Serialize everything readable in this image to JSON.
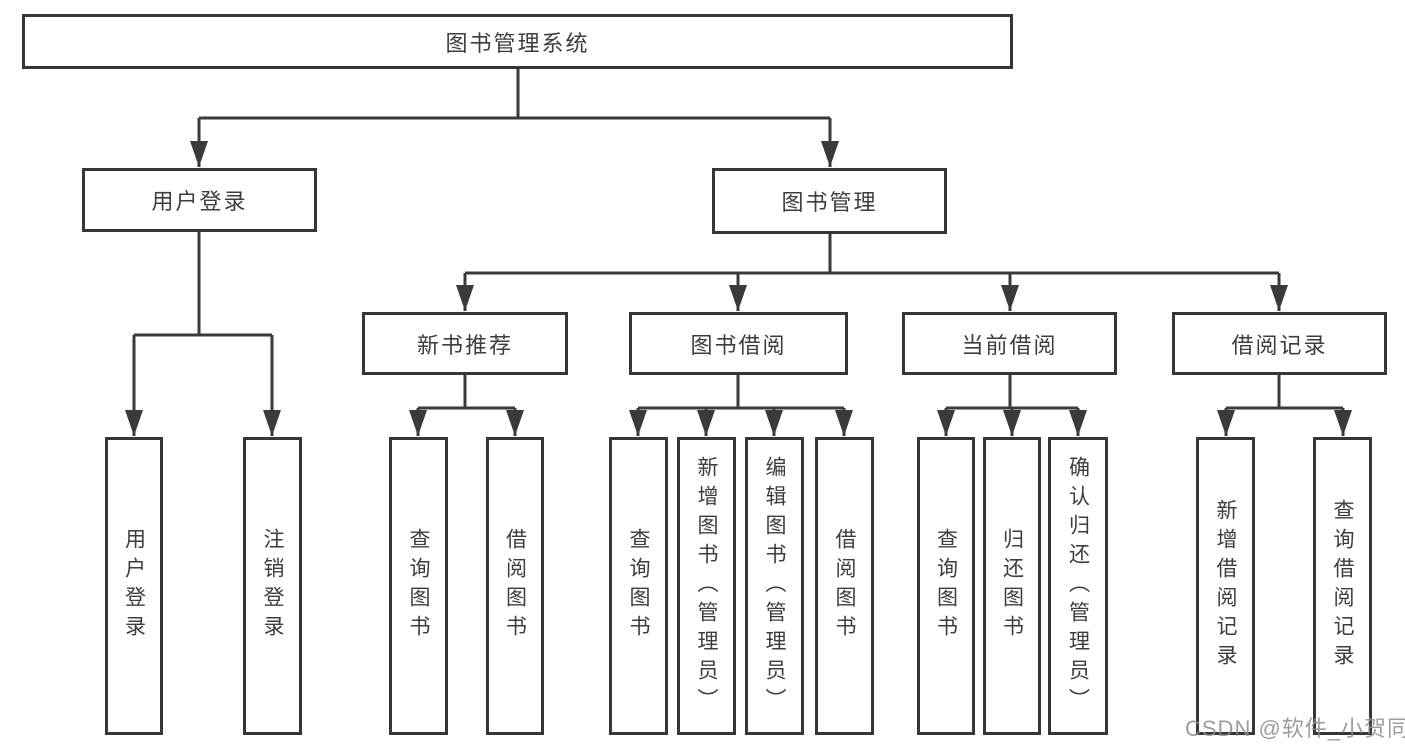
{
  "colors": {
    "line": "#3a3a3a",
    "box_border": "#363636",
    "text": "#3d3d3d",
    "watermark_text": "#8c8c8c",
    "background": "#ffffff"
  },
  "tree": {
    "root": {
      "label": "图书管理系统"
    },
    "branches": [
      {
        "label": "用户登录",
        "children": [
          {
            "label": "用户登录"
          },
          {
            "label": "注销登录"
          }
        ]
      },
      {
        "label": "图书管理",
        "children": [
          {
            "label": "新书推荐",
            "children": [
              {
                "label": "查询图书"
              },
              {
                "label": "借阅图书"
              }
            ]
          },
          {
            "label": "图书借阅",
            "children": [
              {
                "label": "查询图书"
              },
              {
                "label": "新增图书（管理员）"
              },
              {
                "label": "编辑图书（管理员）"
              },
              {
                "label": "借阅图书"
              }
            ]
          },
          {
            "label": "当前借阅",
            "children": [
              {
                "label": "查询图书"
              },
              {
                "label": "归还图书"
              },
              {
                "label": "确认归还（管理员）"
              }
            ]
          },
          {
            "label": "借阅记录",
            "children": [
              {
                "label": "新增借阅记录"
              },
              {
                "label": "查询借阅记录"
              }
            ]
          }
        ]
      }
    ]
  },
  "watermark": "CSDN @软件_小贺同学"
}
